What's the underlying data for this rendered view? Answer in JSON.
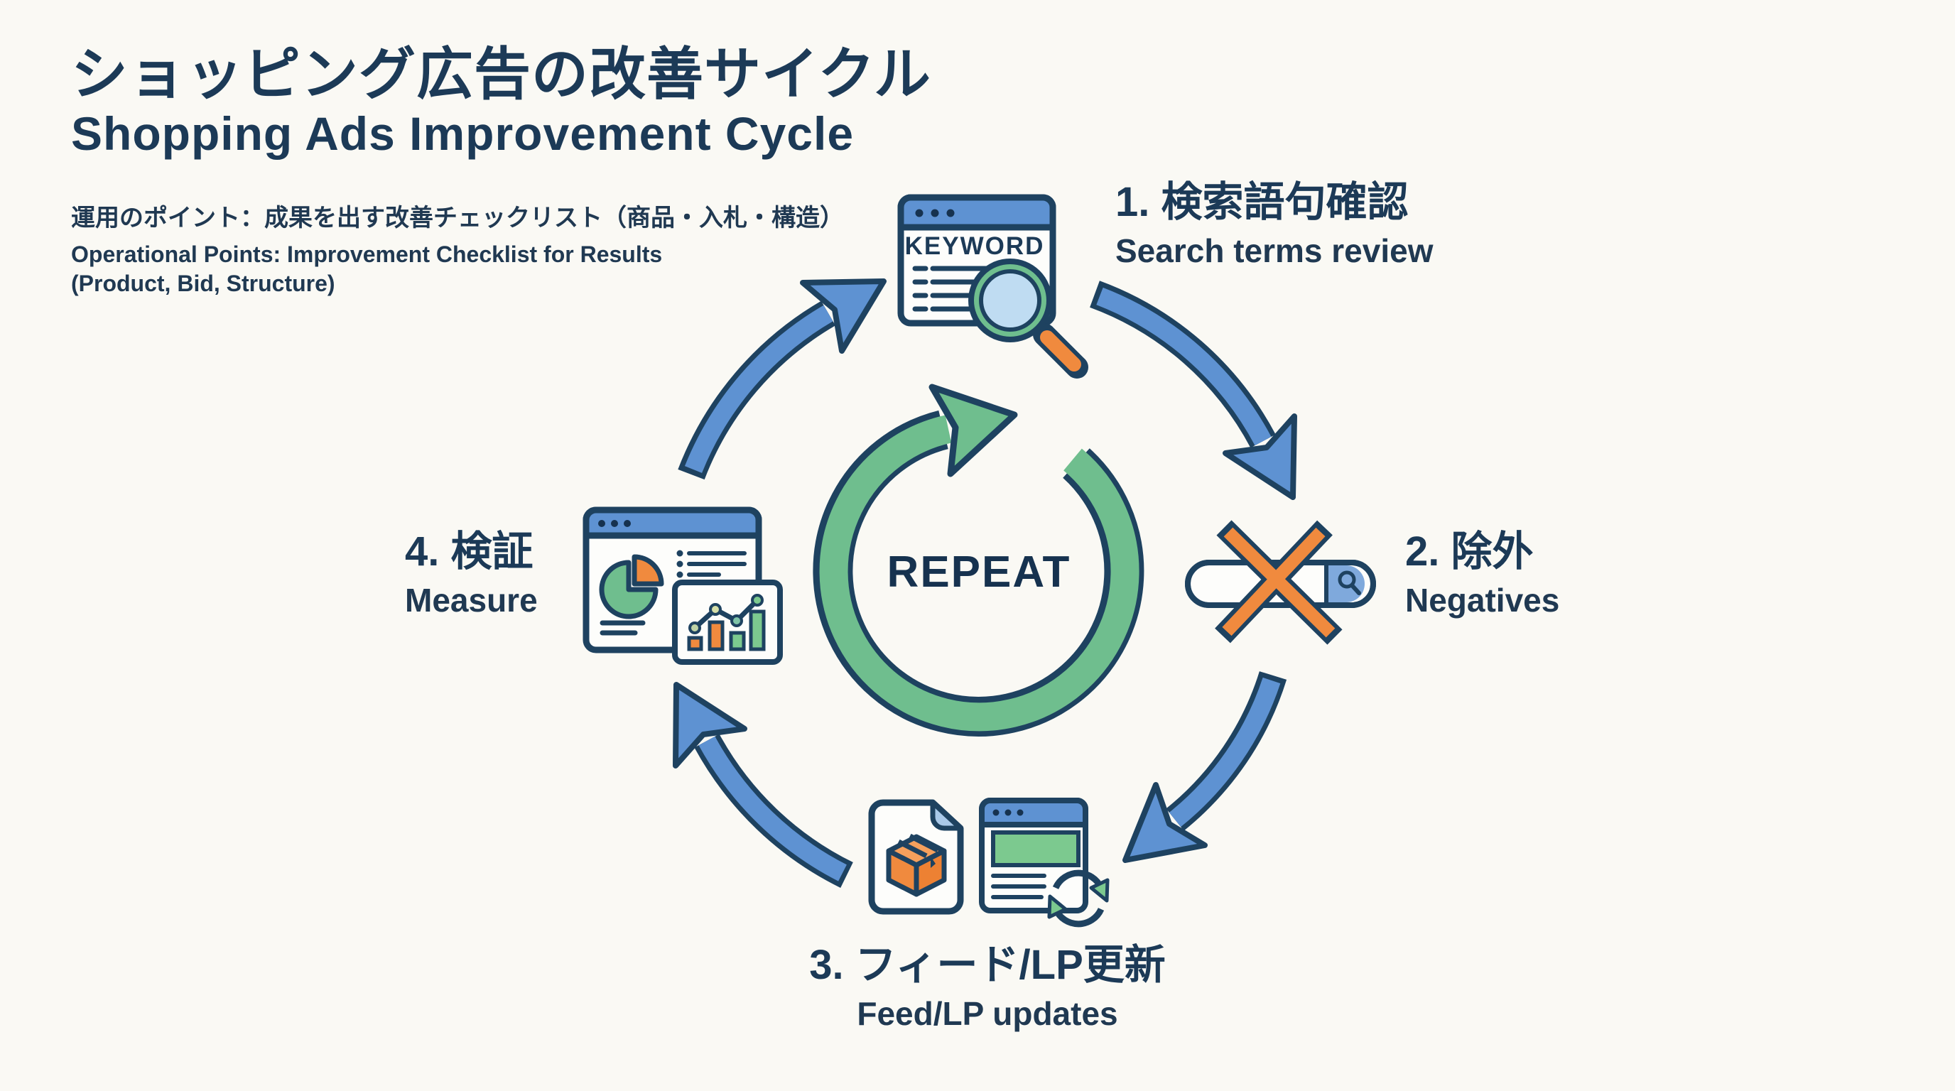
{
  "palette": {
    "background": "#FAF9F4",
    "ink": "#1C3A57",
    "outline": "#1E4260",
    "arrow_blue": "#5E92D2",
    "header_blue": "#5E92D2",
    "cap_blue": "#7FA9DC",
    "lens_blue": "#BFDCF2",
    "fold_blue": "#A9C9E9",
    "cycle_green": "#6FBE8E",
    "banner_green": "#7CC98F",
    "accent_orange": "#F08A3E",
    "card_white": "#FDFDFB"
  },
  "header": {
    "title_jp": "ショッピング広告の改善サイクル",
    "title_en": "Shopping Ads Improvement Cycle",
    "subtitle_jp": "運用のポイント：成果を出す改善チェックリスト（商品・入札・構造）",
    "subtitle_en_1": "Operational Points: Improvement Checklist for Results",
    "subtitle_en_2": "(Product, Bid, Structure)"
  },
  "cycle": {
    "center_label": "REPEAT",
    "steps": [
      {
        "id": 1,
        "label_jp": "1. 検索語句確認",
        "label_en": "Search terms review",
        "icon": "keyword-search-browser"
      },
      {
        "id": 2,
        "label_jp": "2. 除外",
        "label_en": "Negatives",
        "icon": "crossed-out-search-bar"
      },
      {
        "id": 3,
        "label_jp": "3. フィード/LP更新",
        "label_en": "Feed/LP updates",
        "icon": "product-feed-and-landing-page"
      },
      {
        "id": 4,
        "label_jp": "4. 検証",
        "label_en": "Measure",
        "icon": "analytics-dashboard"
      }
    ]
  },
  "icons": {
    "keyword_browser_text": "KEYWORD"
  }
}
